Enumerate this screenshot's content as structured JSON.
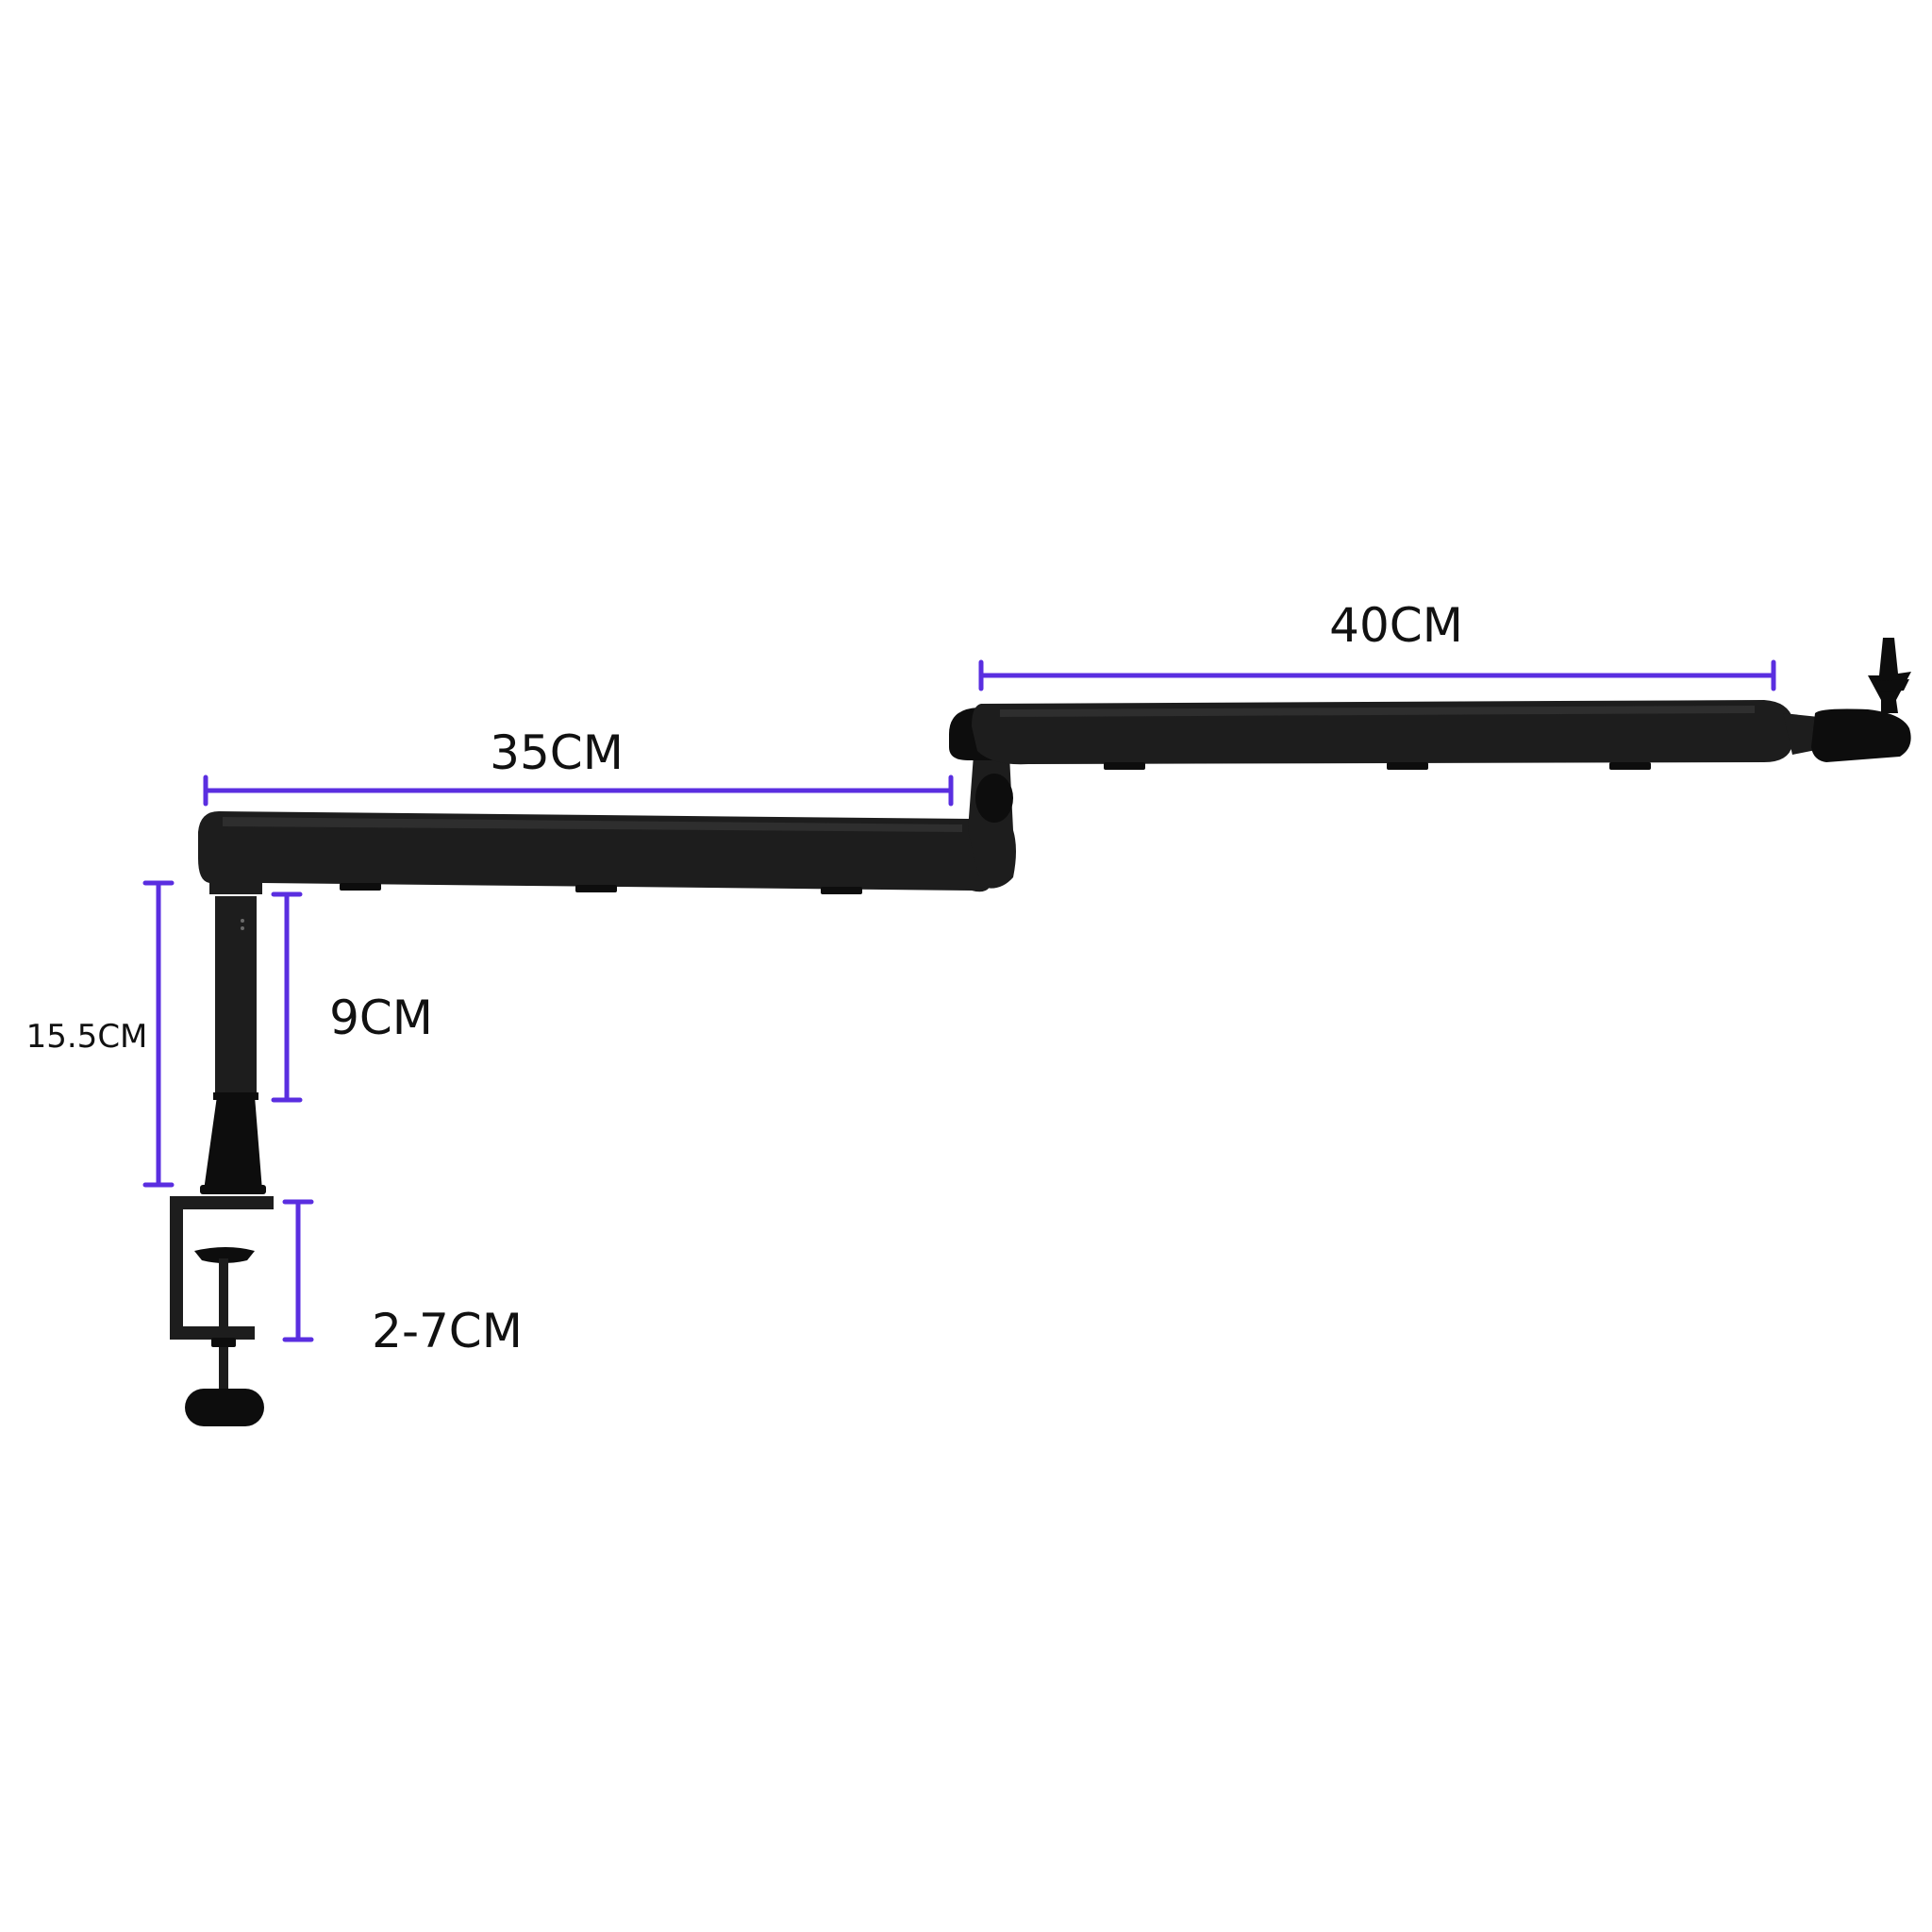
{
  "product": "boom-arm-microphone-stand",
  "colors": {
    "dimension_line": "#5a2ee0",
    "arm_body": "#1d1d1d",
    "label_text": "#111111",
    "background": "#ffffff"
  },
  "dimensions": {
    "upper_arm": {
      "label": "40CM",
      "value_cm": 40
    },
    "lower_arm": {
      "label": "35CM",
      "value_cm": 35
    },
    "pole_total": {
      "label": "15.5CM",
      "value_cm": 15.5
    },
    "pole_extension": {
      "label": "9CM",
      "value_cm": 9
    },
    "clamp_range": {
      "label": "2-7CM",
      "min_cm": 2,
      "max_cm": 7
    }
  }
}
